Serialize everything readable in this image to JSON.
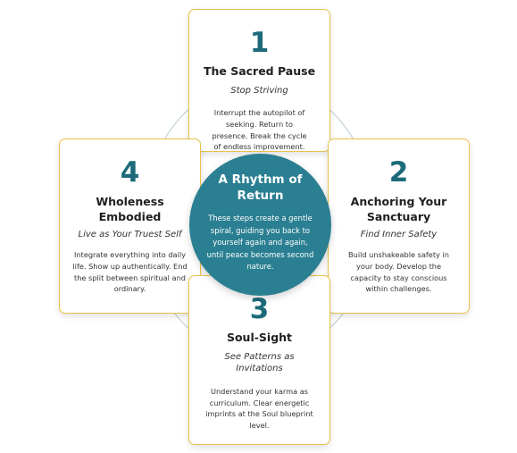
{
  "center": {
    "title": "A Rhythm of Return",
    "description": "These steps create a gentle spiral, guiding you back to yourself again and again, until peace becomes second nature."
  },
  "steps": [
    {
      "number": "1",
      "title": "The Sacred Pause",
      "subtitle": "Stop Striving",
      "description": "Interrupt the autopilot of seeking. Return to presence. Break the cycle of endless improvement."
    },
    {
      "number": "2",
      "title": "Anchoring Your Sanctuary",
      "subtitle": "Find Inner Safety",
      "description": "Build unshakeable safety in your body. Develop the capacity to stay conscious within challenges."
    },
    {
      "number": "3",
      "title": "Soul-Sight",
      "subtitle": "See Patterns as Invitations",
      "description": "Understand your karma as curriculum. Clear energetic imprints at the Soul blueprint level."
    },
    {
      "number": "4",
      "title": "Wholeness Embodied",
      "subtitle": "Live as Your Truest Self",
      "description": "Integrate everything into daily life. Show up authentically. End the split between spiritual and ordinary."
    }
  ],
  "colors": {
    "accent": "#1d6b7a",
    "center_fill": "#2a7f92",
    "card_border": "#e8c24a",
    "ring": "#b9cdd4"
  }
}
